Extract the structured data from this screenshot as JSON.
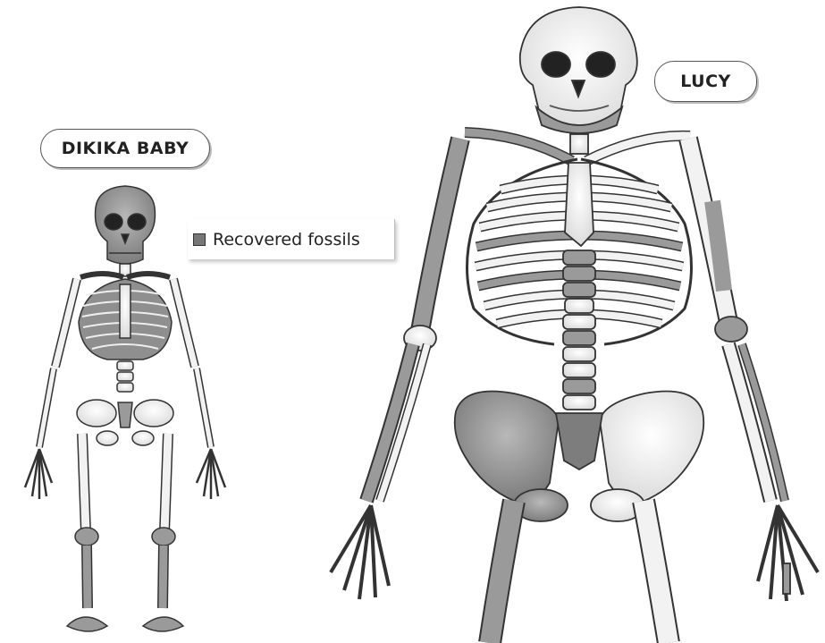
{
  "labels": {
    "dikika": "DIKIKA BABY",
    "lucy": "LUCY"
  },
  "legend": {
    "text": "Recovered fossils",
    "swatch_icon": "gray-square-icon",
    "swatch_color": "#777777"
  },
  "colors": {
    "bone_light": "#f2f2f2",
    "bone_fossil": "#9a9a9a",
    "outline": "#333333",
    "bubble_border": "#555555"
  }
}
